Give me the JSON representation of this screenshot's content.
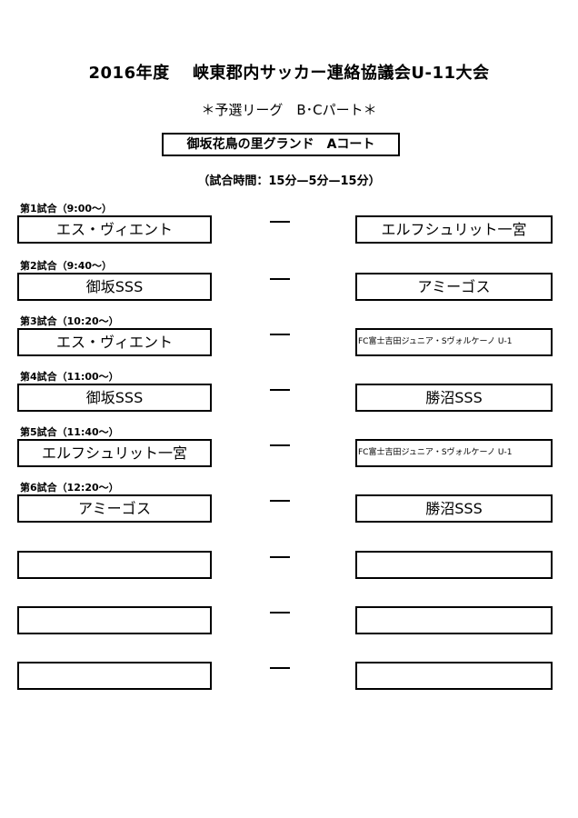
{
  "header": {
    "title": "2016年度　 峡東郡内サッカー連絡協議会U-11大会",
    "subtitle": "＊予選リーグ　B･Cパート＊",
    "venue": "御坂花鳥の里グランド　Aコート",
    "schedule": "（試合時間：15分—5分—15分）"
  },
  "match_separator": "—",
  "matches": [
    {
      "label": "第1試合（9:00～）",
      "home": "エス・ヴィエント",
      "away": "エルフシュリット一宮"
    },
    {
      "label": "第2試合（9:40～）",
      "home": "御坂SSS",
      "away": "アミーゴス"
    },
    {
      "label": "第3試合（10:20～）",
      "home": "エス・ヴィエント",
      "away": "FC富士吉田ジュニア・Sヴォルケーノ U-1"
    },
    {
      "label": "第4試合（11:00～）",
      "home": "御坂SSS",
      "away": "勝沼SSS"
    },
    {
      "label": "第5試合（11:40～）",
      "home": "エルフシュリット一宮",
      "away": "FC富士吉田ジュニア・Sヴォルケーノ U-1"
    },
    {
      "label": "第6試合（12:20～）",
      "home": "アミーゴス",
      "away": "勝沼SSS"
    },
    {
      "label": "",
      "home": "",
      "away": ""
    },
    {
      "label": "",
      "home": "",
      "away": ""
    },
    {
      "label": "",
      "home": "",
      "away": ""
    }
  ]
}
